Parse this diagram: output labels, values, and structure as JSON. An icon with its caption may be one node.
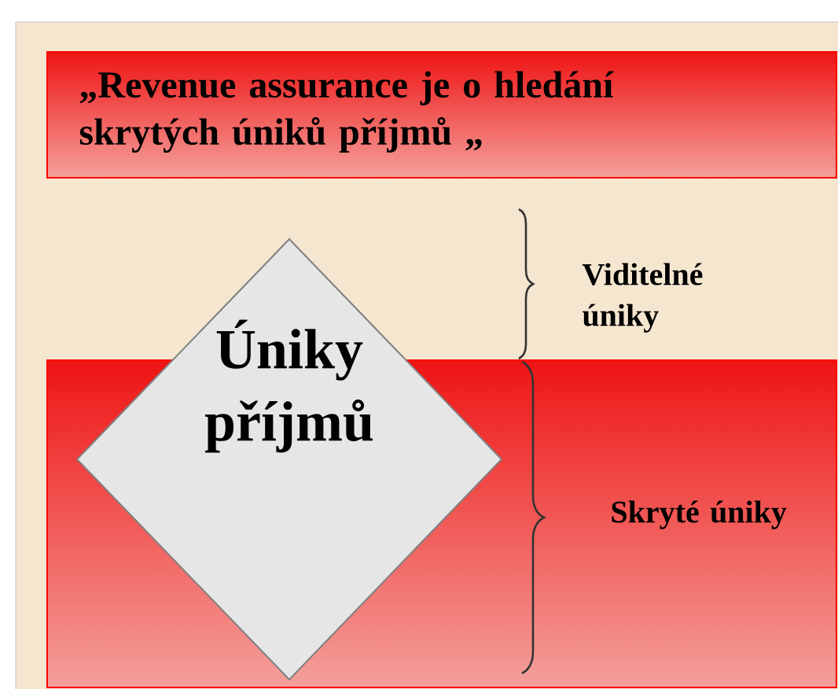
{
  "diagram": {
    "nodes": [
      {
        "text": [
          "„Revenue assurance je o hledání skrytých úniků příjmů „"
        ]
      },
      {
        "text": [],
        "shape": "box"
      },
      {
        "text": [
          "Úniky příjmů"
        ]
      }
    ],
    "labels": [
      "Viditelné úniky",
      "Skryté úniky"
    ]
  }
}
